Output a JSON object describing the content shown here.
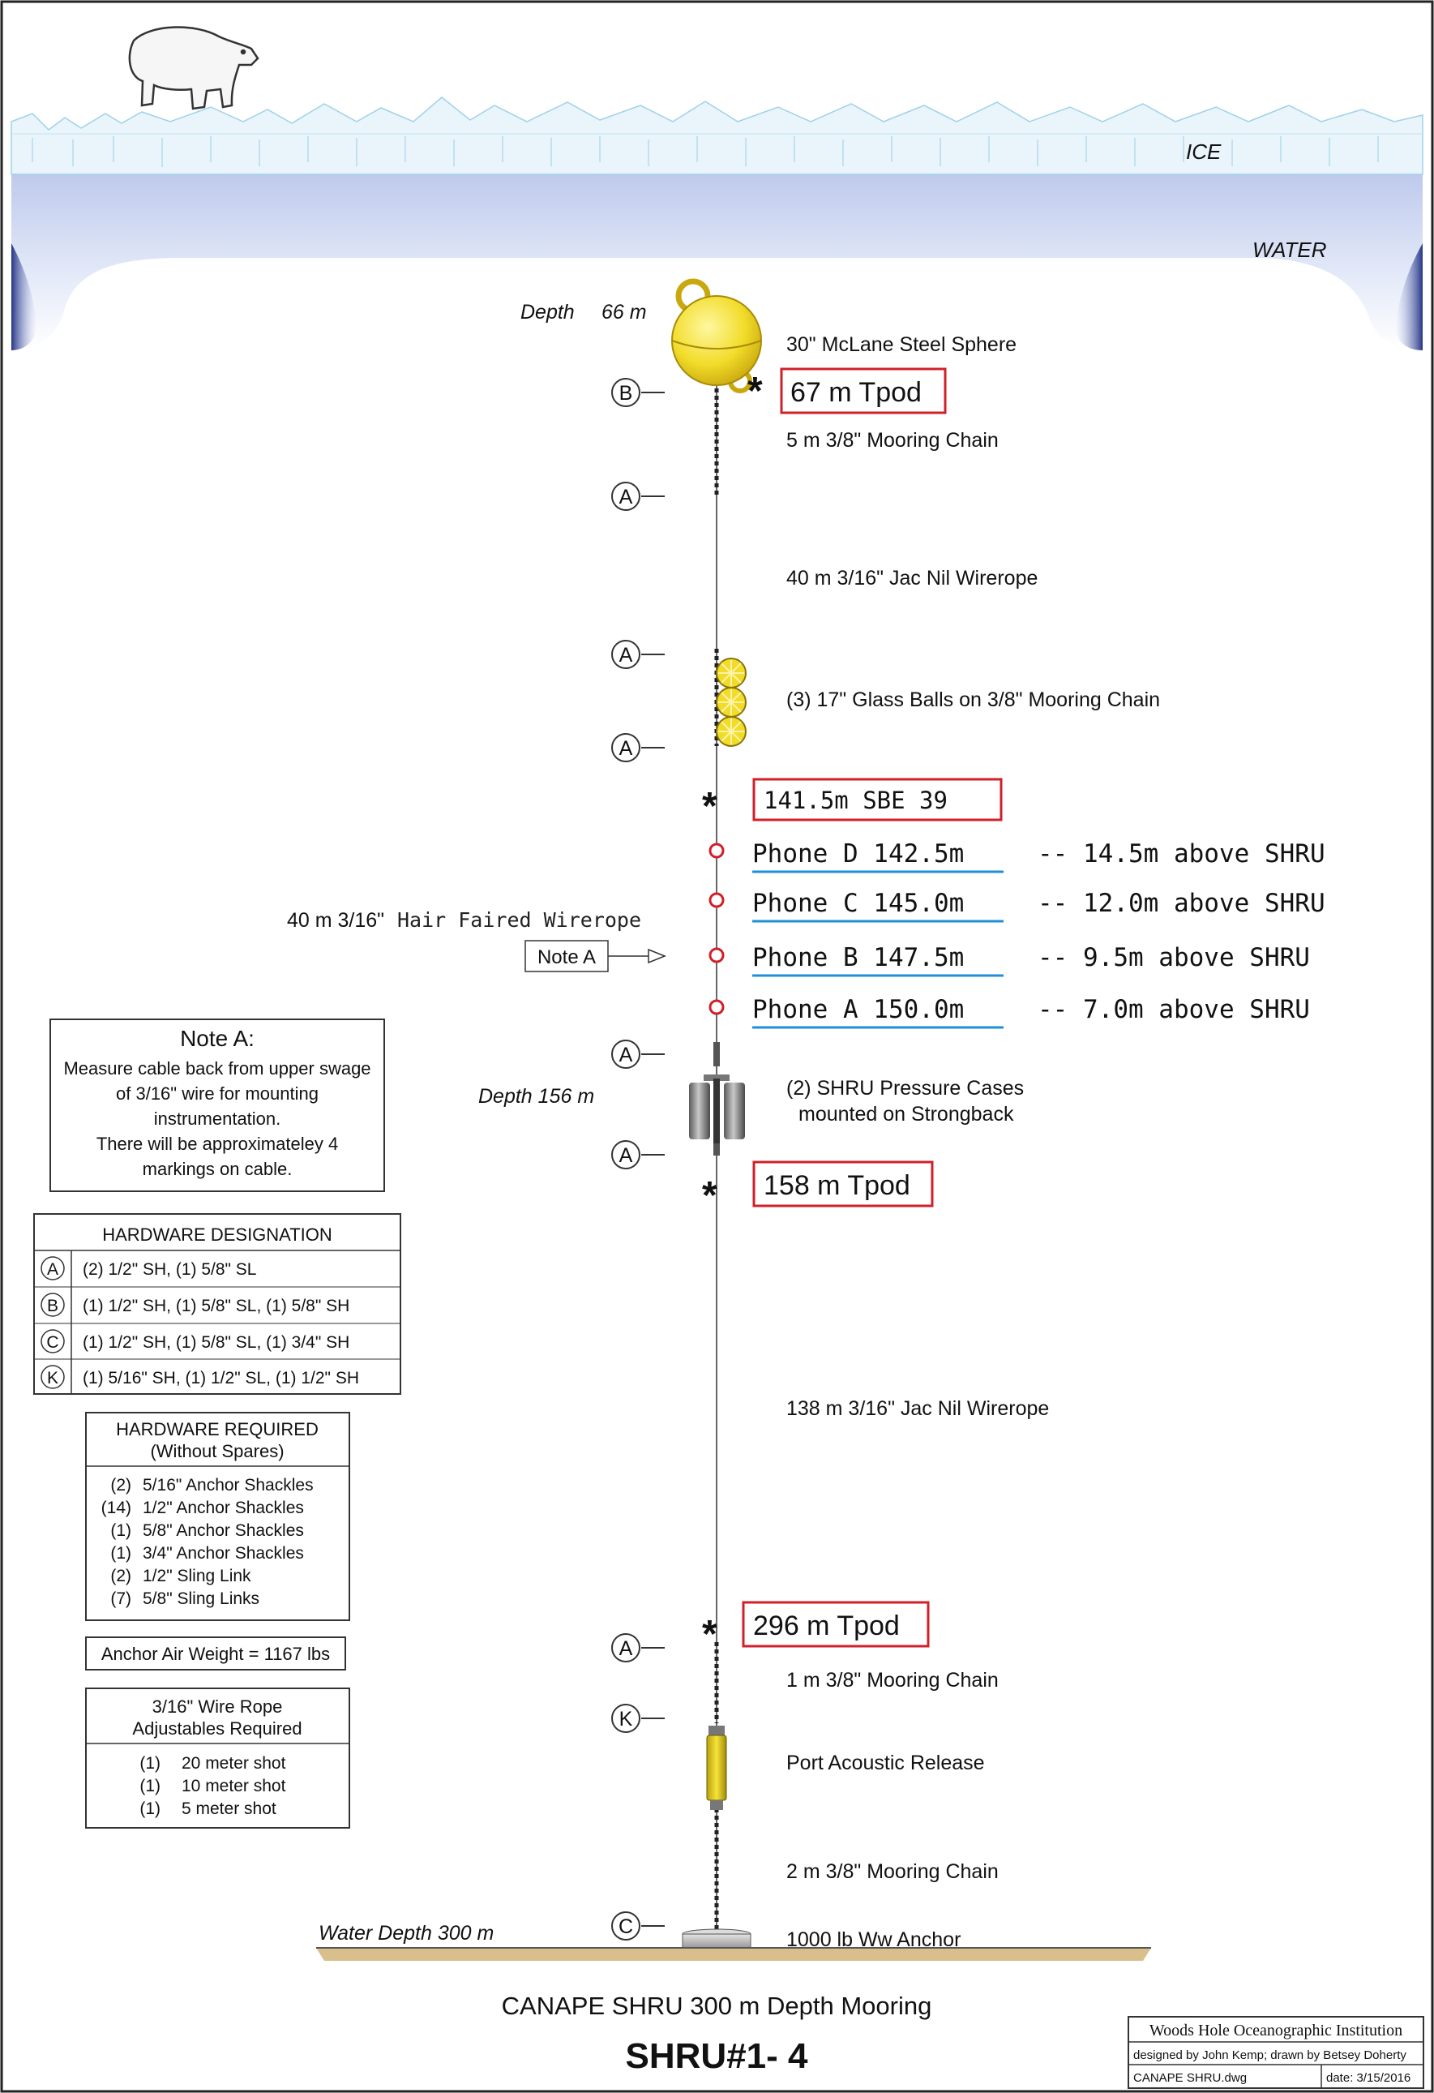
{
  "environment": {
    "ice_label": "ICE",
    "water_label": "WATER"
  },
  "depths": {
    "top_label": "Depth",
    "top_value": "66 m",
    "mid": "Depth 156 m",
    "water": "Water Depth 300 m"
  },
  "components": {
    "sphere": "30\" McLane Steel Sphere",
    "chain1": "5 m 3/8\" Mooring Chain",
    "wire1": "40 m 3/16\" Jac Nil Wirerope",
    "glass": "(3) 17\" Glass Balls on 3/8\" Mooring Chain",
    "haired_prefix": "40 m 3/16\"",
    "haired_suffix": "Hair Faired Wirerope",
    "shru_line1": "(2) SHRU Pressure Cases",
    "shru_line2": "mounted on Strongback",
    "wire2": "138 m 3/16\" Jac Nil Wirerope",
    "chain2": "1 m 3/8\" Mooring Chain",
    "release": "Port Acoustic Release",
    "chain3": "2 m 3/8\" Mooring Chain",
    "anchor": "1000 lb Ww Anchor"
  },
  "tags": {
    "tpod67": "67 m Tpod",
    "sbe39": "141.5m SBE 39",
    "tpod158": "158 m Tpod",
    "tpod296": "296 m Tpod"
  },
  "phones": [
    {
      "label": "Phone D 142.5m",
      "note": "-- 14.5m above SHRU"
    },
    {
      "label": "Phone C 145.0m",
      "note": "-- 12.0m above SHRU"
    },
    {
      "label": "Phone B 147.5m",
      "note": "-- 9.5m above SHRU"
    },
    {
      "label": "Phone A 150.0m",
      "note": "-- 7.0m above SHRU"
    }
  ],
  "hardware_callouts": [
    "B",
    "A",
    "A",
    "A",
    "A",
    "A",
    "A",
    "K",
    "C"
  ],
  "note_a": {
    "pointer": "Note A",
    "title": "Note A:",
    "lines": [
      "Measure cable back from upper swage",
      "of 3/16\" wire for mounting",
      "instrumentation.",
      "There will be approximateley 4",
      "markings on cable."
    ]
  },
  "hardware_designation": {
    "title": "HARDWARE DESIGNATION",
    "rows": [
      {
        "code": "A",
        "text": "(2) 1/2\" SH, (1) 5/8\" SL"
      },
      {
        "code": "B",
        "text": "(1) 1/2\" SH, (1) 5/8\" SL, (1) 5/8\" SH"
      },
      {
        "code": "C",
        "text": "(1) 1/2\" SH, (1) 5/8\" SL, (1) 3/4\" SH"
      },
      {
        "code": "K",
        "text": "(1) 5/16\" SH, (1) 1/2\" SL, (1) 1/2\" SH"
      }
    ]
  },
  "hardware_required": {
    "title1": "HARDWARE REQUIRED",
    "title2": "(Without Spares)",
    "rows": [
      {
        "qty": "(2)",
        "item": "5/16\" Anchor Shackles"
      },
      {
        "qty": "(14)",
        "item": "1/2\" Anchor Shackles"
      },
      {
        "qty": "(1)",
        "item": "5/8\" Anchor Shackles"
      },
      {
        "qty": "(1)",
        "item": "3/4\" Anchor Shackles"
      },
      {
        "qty": "(2)",
        "item": "1/2\" Sling Link"
      },
      {
        "qty": "(7)",
        "item": "5/8\" Sling Links"
      }
    ]
  },
  "anchor_weight": "Anchor Air Weight = 1167 lbs",
  "wire_rope": {
    "title1": "3/16\" Wire Rope",
    "title2": "Adjustables Required",
    "rows": [
      {
        "qty": "(1)",
        "item": "20 meter shot"
      },
      {
        "qty": "(1)",
        "item": "10 meter shot"
      },
      {
        "qty": "(1)",
        "item": "5 meter shot"
      }
    ]
  },
  "title": {
    "line1": "CANAPE SHRU 300 m Depth Mooring",
    "line2": "SHRU#1- 4"
  },
  "title_block": {
    "org": "Woods Hole Oceanographic Institution",
    "credits": "designed by John Kemp;  drawn by Betsey Doherty",
    "file": "CANAPE SHRU.dwg",
    "date": "date:  3/15/2016"
  },
  "colors": {
    "tag_border": "#d0202a",
    "phone_circle": "#d0202a",
    "phone_underline": "#1e90d8",
    "water_deep": "#2e3d8f",
    "float_yellow": "#f2dc2a",
    "seabed": "#d9bf8c"
  }
}
